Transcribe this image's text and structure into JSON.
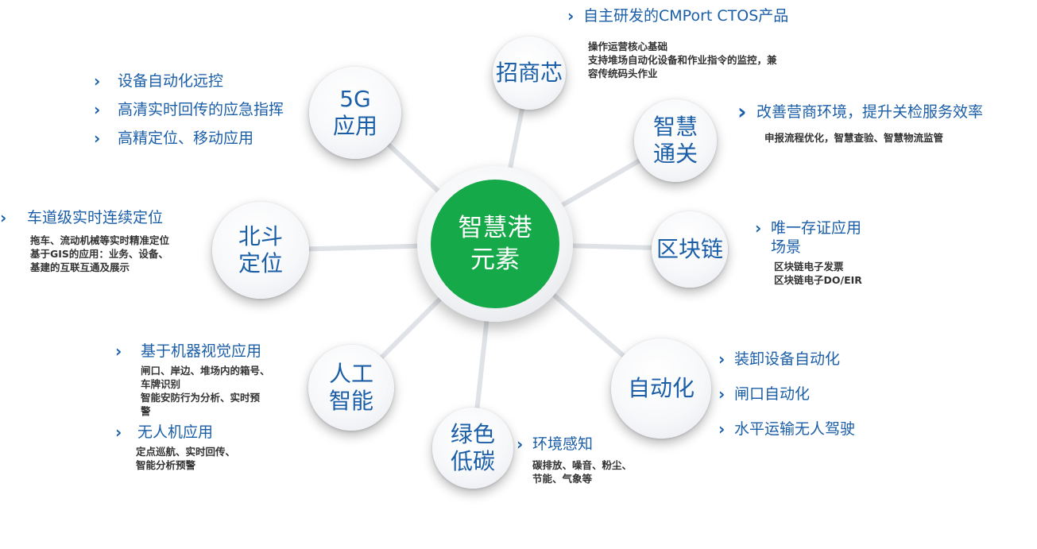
{
  "center": {
    "label": "智慧港\n元素",
    "color": "#16a94a"
  },
  "colors": {
    "text_blue": "#1b5ea8",
    "detail": "#333333",
    "spoke": "#dfe2e6"
  },
  "icons": {
    "bullet": "chevron-right-icon"
  },
  "nodes": {
    "zhaoshangxin": "招商芯",
    "tongguan": "智慧\n通关",
    "qukuailian": "区块链",
    "zidonghua": "自动化",
    "lvse": "绿色\n低碳",
    "rengong": "人工\n智能",
    "beidou": "北斗\n定位",
    "g5": "5G\n应用"
  },
  "blocks": {
    "zhaoshangxin": {
      "head": "自主研发的CMPort CTOS产品",
      "details": [
        "操作运营核心基础",
        "支持堆场自动化设备和作业指令的监控，兼",
        "容传统码头作业"
      ]
    },
    "tongguan": {
      "head": "改善营商环境，提升关检服务效率",
      "details": [
        "申报流程优化，智慧查验、智慧物流监管"
      ]
    },
    "qukuailian": {
      "head_lines": [
        "唯一存证应用",
        "场景"
      ],
      "details": [
        "区块链电子发票",
        "区块链电子DO/EIR"
      ]
    },
    "zidonghua": {
      "items": [
        "装卸设备自动化",
        "闸口自动化",
        "水平运输无人驾驶"
      ]
    },
    "lvse": {
      "head": "环境感知",
      "details": [
        "碳排放、噪音、粉尘、",
        "节能、气象等"
      ]
    },
    "rengong": {
      "head1": "基于机器视觉应用",
      "details1": [
        "闸口、岸边、堆场内的箱号、",
        "车牌识别",
        "智能安防行为分析、实时预",
        "警"
      ],
      "head2": "无人机应用",
      "details2": [
        "定点巡航、实时回传、",
        "智能分析预警"
      ]
    },
    "beidou": {
      "head": "车道级实时连续定位",
      "details": [
        "拖车、流动机械等实时精准定位",
        "基于GIS的应用：业务、设备、",
        "基建的互联互通及展示"
      ]
    },
    "g5": {
      "items": [
        "设备自动化远控",
        "高清实时回传的应急指挥",
        "高精定位、移动应用"
      ]
    }
  }
}
